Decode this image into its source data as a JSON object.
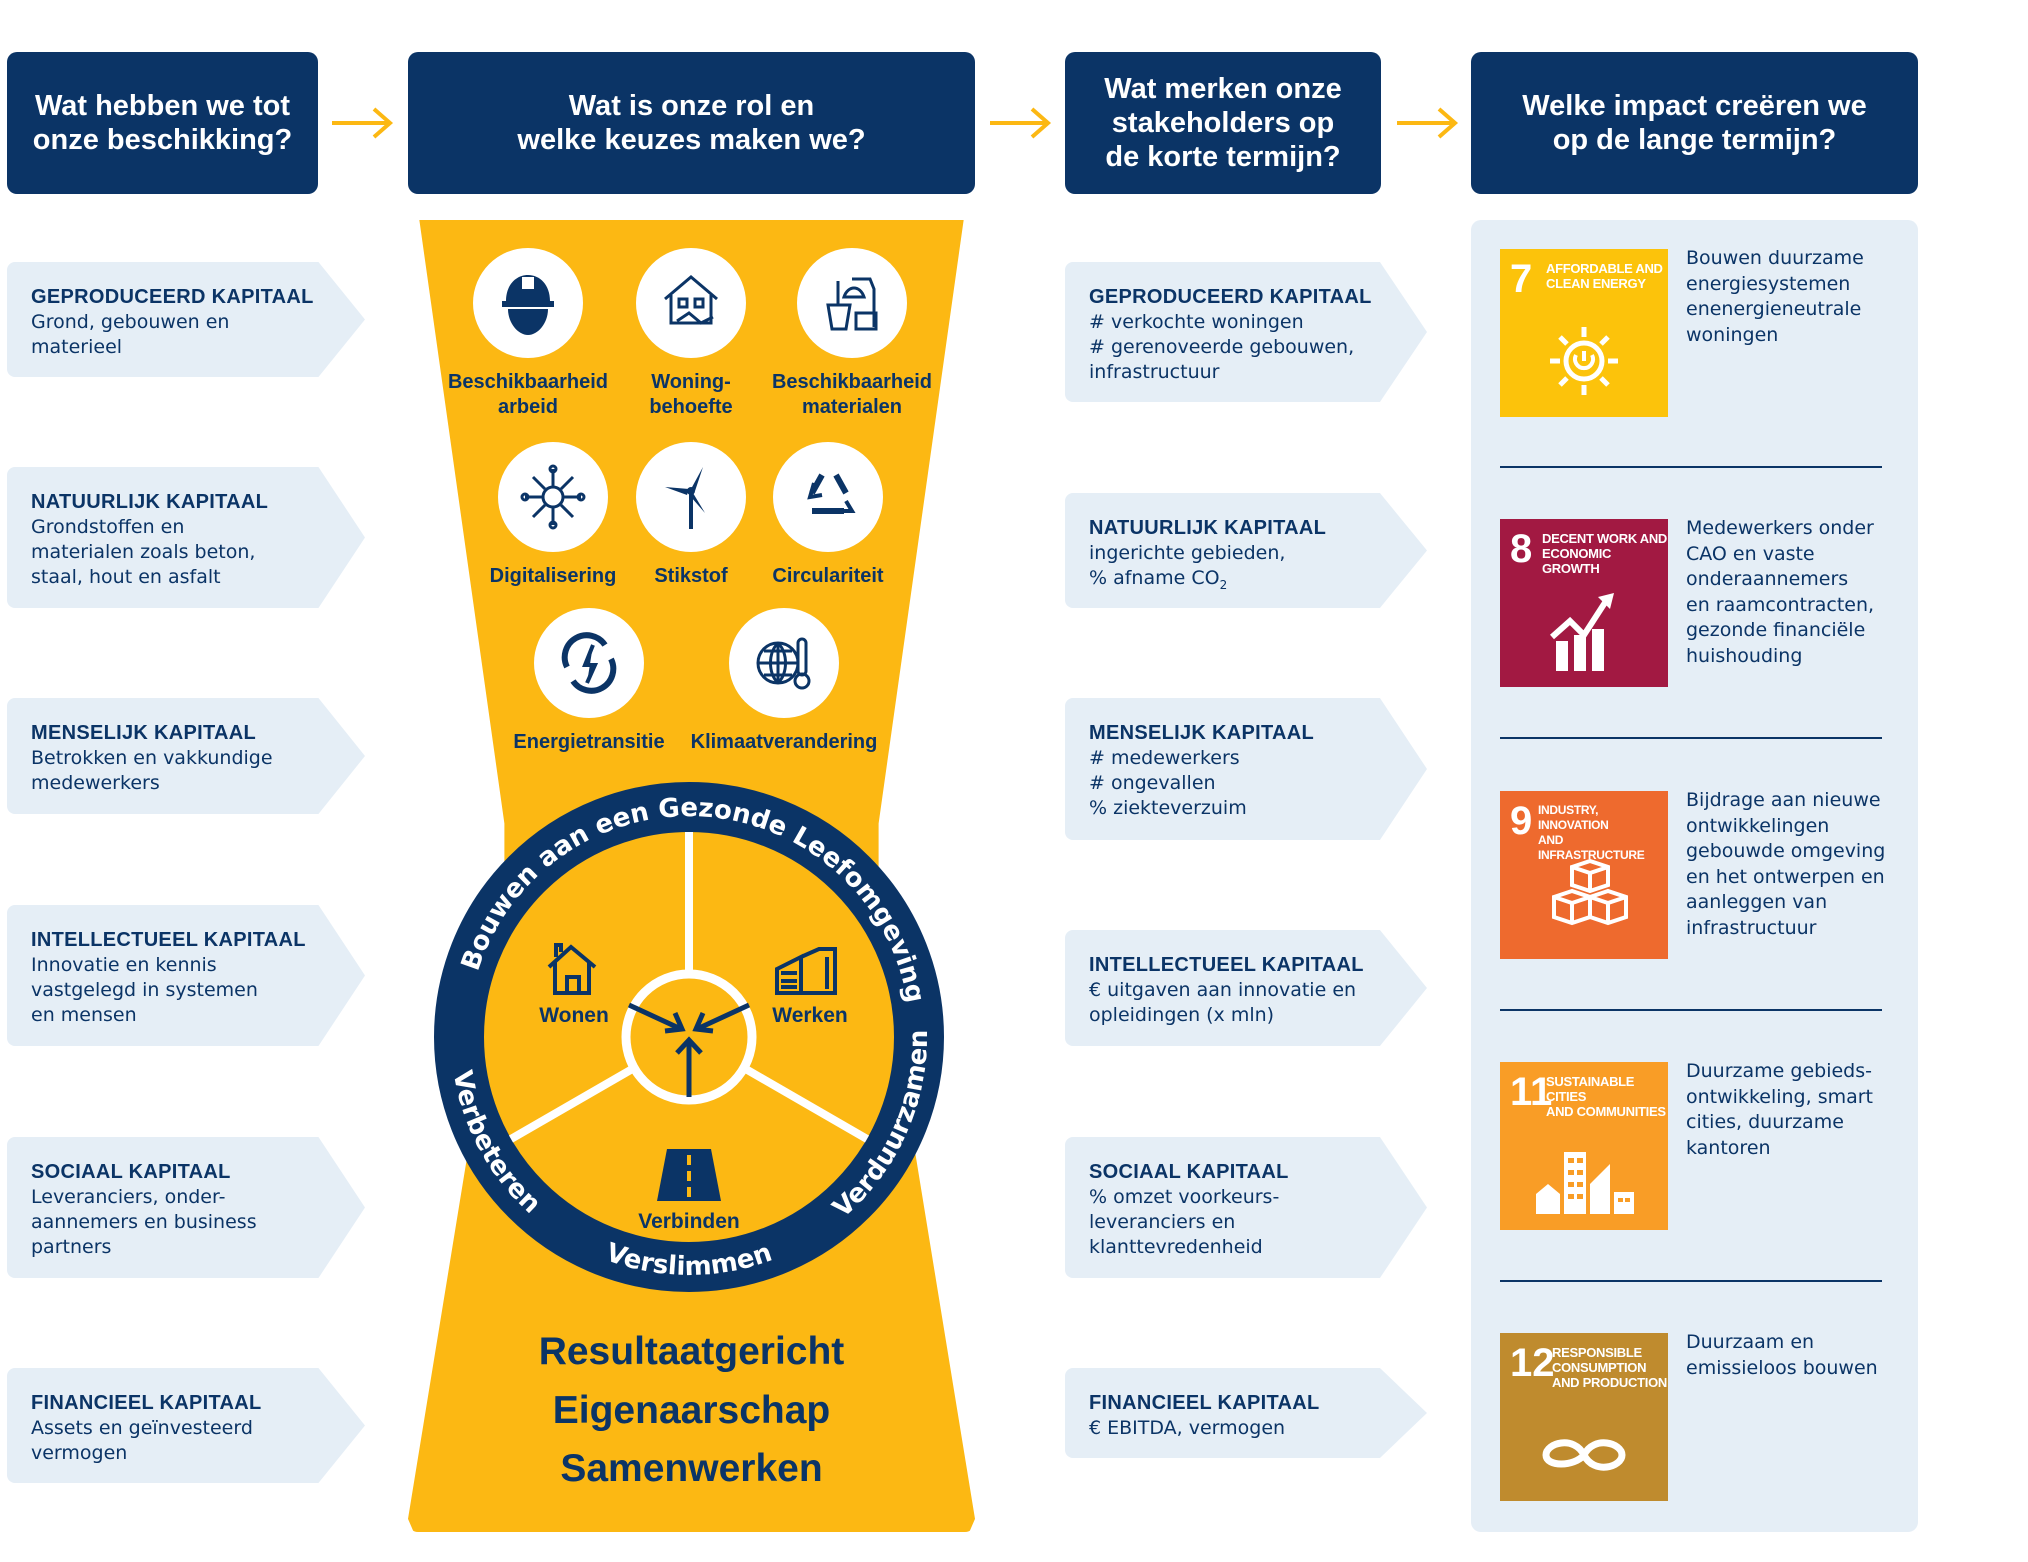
{
  "headers": [
    "Wat hebben we tot\nonze beschikking?",
    "Wat is onze rol en\nwelke keuzes maken we?",
    "Wat merken onze\nstakeholders op\nde korte termijn?",
    "Welke impact creëren we\nop de lange termijn?"
  ],
  "inputs": [
    {
      "title": "GEPRODUCEERD KAPITAAL",
      "body": "Grond, gebouwen en\nmaterieel"
    },
    {
      "title": "NATUURLIJK KAPITAAL",
      "body": "Grondstoffen en\nmaterialen zoals beton,\nstaal, hout en asfalt"
    },
    {
      "title": "MENSELIJK KAPITAAL",
      "body": "Betrokken en vakkundige\nmedewerkers"
    },
    {
      "title": "INTELLECTUEEL KAPITAAL",
      "body": "Innovatie en kennis\nvastgelegd in systemen\nen mensen"
    },
    {
      "title": "SOCIAAL KAPITAAL",
      "body": "Leveranciers, onder-\naannemers en business\npartners"
    },
    {
      "title": "FINANCIEEL KAPITAAL",
      "body": "Assets en geïnvesteerd\nvermogen"
    }
  ],
  "themes": [
    {
      "label": "Beschikbaarheid\narbeid",
      "icon": "hard-hat-worker-icon"
    },
    {
      "label": "Woning-\nbehoefte",
      "icon": "house-handshake-icon"
    },
    {
      "label": "Beschikbaarheid\nmaterialen",
      "icon": "building-materials-icon"
    },
    {
      "label": "Digitalisering",
      "icon": "circuit-chip-icon"
    },
    {
      "label": "Stikstof",
      "icon": "wind-turbine-icon"
    },
    {
      "label": "Circulariteit",
      "icon": "recycle-icon"
    },
    {
      "label": "Energietransitie",
      "icon": "energy-cycle-icon"
    },
    {
      "label": "Klimaatverandering",
      "icon": "globe-thermometer-icon"
    }
  ],
  "wheel": {
    "ring_top": "Bouwen aan een Gezonde Leefomgeving",
    "ring_left": "Verbeteren",
    "ring_bottom": "Verslimmen",
    "ring_right": "Verduurzamen",
    "segments": [
      "Wonen",
      "Werken",
      "Verbinden"
    ]
  },
  "values": [
    "Resultaatgericht",
    "Eigenaarschap",
    "Samenwerken"
  ],
  "outputs": [
    {
      "title": "GEPRODUCEERD KAPITAAL",
      "body": "# verkochte woningen\n# gerenoveerde gebouwen,\ninfrastructuur"
    },
    {
      "title": "NATUURLIJK KAPITAAL",
      "body": "ingerichte gebieden,\n% afname CO",
      "sub": "2"
    },
    {
      "title": "MENSELIJK KAPITAAL",
      "body": "# medewerkers\n# ongevallen\n% ziekteverzuim"
    },
    {
      "title": "INTELLECTUEEL KAPITAAL",
      "body": "€ uitgaven aan innovatie en\nopleidingen (x mln)"
    },
    {
      "title": "SOCIAAL KAPITAAL",
      "body": "% omzet voorkeurs-\nleveranciers en\nklanttevredenheid"
    },
    {
      "title": "FINANCIEEL KAPITAAL",
      "body": "€ EBITDA, vermogen"
    }
  ],
  "sdgs": [
    {
      "number": "7",
      "label": "AFFORDABLE AND\nCLEAN ENERGY",
      "color": "#fcc30b",
      "text": "Bouwen duurzame\nenergiesystemen\nenenergieneutrale\nwoningen"
    },
    {
      "number": "8",
      "label": "DECENT WORK AND\nECONOMIC GROWTH",
      "color": "#a21942",
      "text": "Medewerkers onder\nCAO en vaste\nonderaannemers\nen raamcontracten,\ngezonde financiële\nhuishouding"
    },
    {
      "number": "9",
      "label": "INDUSTRY, INNOVATION\nAND INFRASTRUCTURE",
      "color": "#ee6a2e",
      "text": "Bijdrage aan nieuwe\nontwikkelingen\ngebouwde omgeving\nen het ontwerpen en\naanleggen van\ninfrastructuur"
    },
    {
      "number": "11",
      "label": "SUSTAINABLE CITIES\nAND COMMUNITIES",
      "color": "#f99d26",
      "text": "Duurzame gebieds-\nontwikkeling, smart\ncities, duurzame\nkantoren"
    },
    {
      "number": "12",
      "label": "RESPONSIBLE\nCONSUMPTION\nAND PRODUCTION",
      "color": "#bf8b2e",
      "text": "Duurzaam en\nemissieloos bouwen"
    }
  ],
  "colors": {
    "navy": "#0b3466",
    "yellow": "#fcb813",
    "light": "#e5eef6"
  }
}
